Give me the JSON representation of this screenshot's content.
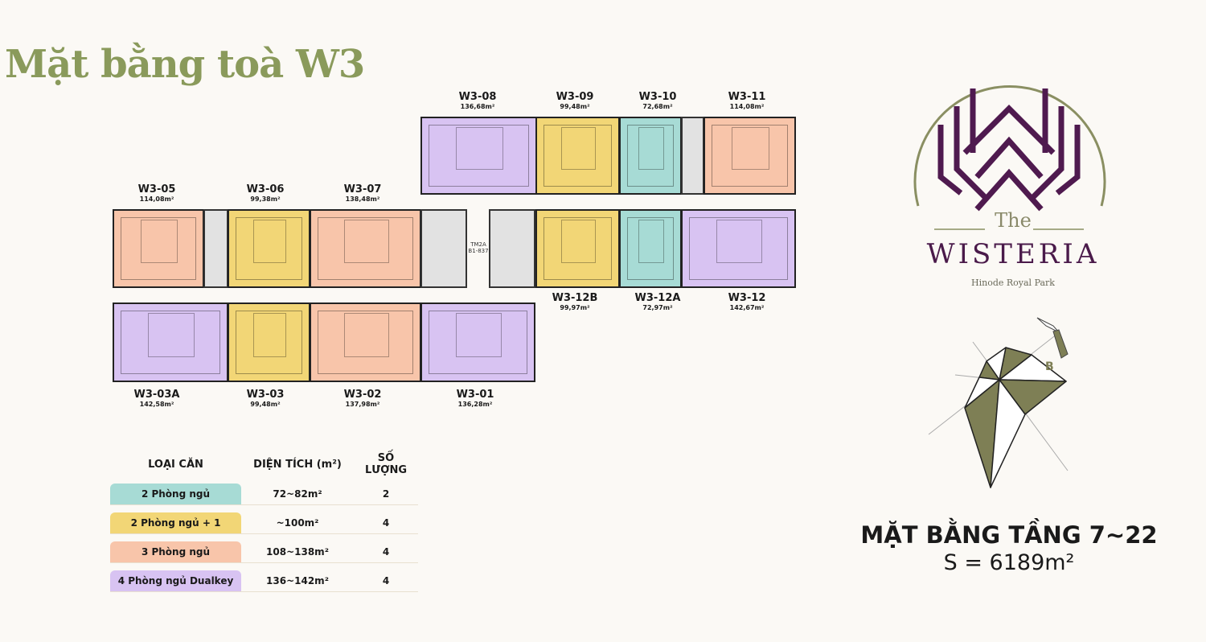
{
  "title": "Mặt bằng toà W3",
  "units": [
    {
      "id": "W3-08",
      "area": "136,68m²"
    },
    {
      "id": "W3-09",
      "area": "99,48m²"
    },
    {
      "id": "W3-10",
      "area": "72,68m²"
    },
    {
      "id": "W3-11",
      "area": "114,08m²"
    },
    {
      "id": "W3-05",
      "area": "114,08m²"
    },
    {
      "id": "W3-06",
      "area": "99,38m²"
    },
    {
      "id": "W3-07",
      "area": "138,48m²"
    },
    {
      "id": "W3-12B",
      "area": "99,97m²"
    },
    {
      "id": "W3-12A",
      "area": "72,97m²"
    },
    {
      "id": "W3-12",
      "area": "142,67m²"
    },
    {
      "id": "W3-03A",
      "area": "142,58m²"
    },
    {
      "id": "W3-03",
      "area": "99,48m²"
    },
    {
      "id": "W3-02",
      "area": "137,98m²"
    },
    {
      "id": "W3-01",
      "area": "136,28m²"
    }
  ],
  "core_label": "TM2A B1-837",
  "table": {
    "headers": [
      "LOẠI CĂN",
      "DIỆN TÍCH (m²)",
      "SỐ LƯỢNG"
    ],
    "rows": [
      {
        "type": "2 Phòng ngủ",
        "area": "72~82m²",
        "count": "2",
        "color": "#a7dbd5"
      },
      {
        "type": "2 Phòng ngủ + 1",
        "area": "~100m²",
        "count": "4",
        "color": "#f2d676"
      },
      {
        "type": "3 Phòng ngủ",
        "area": "108~138m²",
        "count": "4",
        "color": "#f8c5aa"
      },
      {
        "type": "4 Phòng ngủ Dualkey",
        "area": "136~142m²",
        "count": "4",
        "color": "#d8c3f2"
      }
    ]
  },
  "logo": {
    "the": "The",
    "name": "WISTERIA",
    "subtitle": "Hinode Royal Park"
  },
  "compass_letter": "B",
  "floor_title": "MẶT BẰNG TẦNG 7~22",
  "floor_area": "S = 6189m²"
}
